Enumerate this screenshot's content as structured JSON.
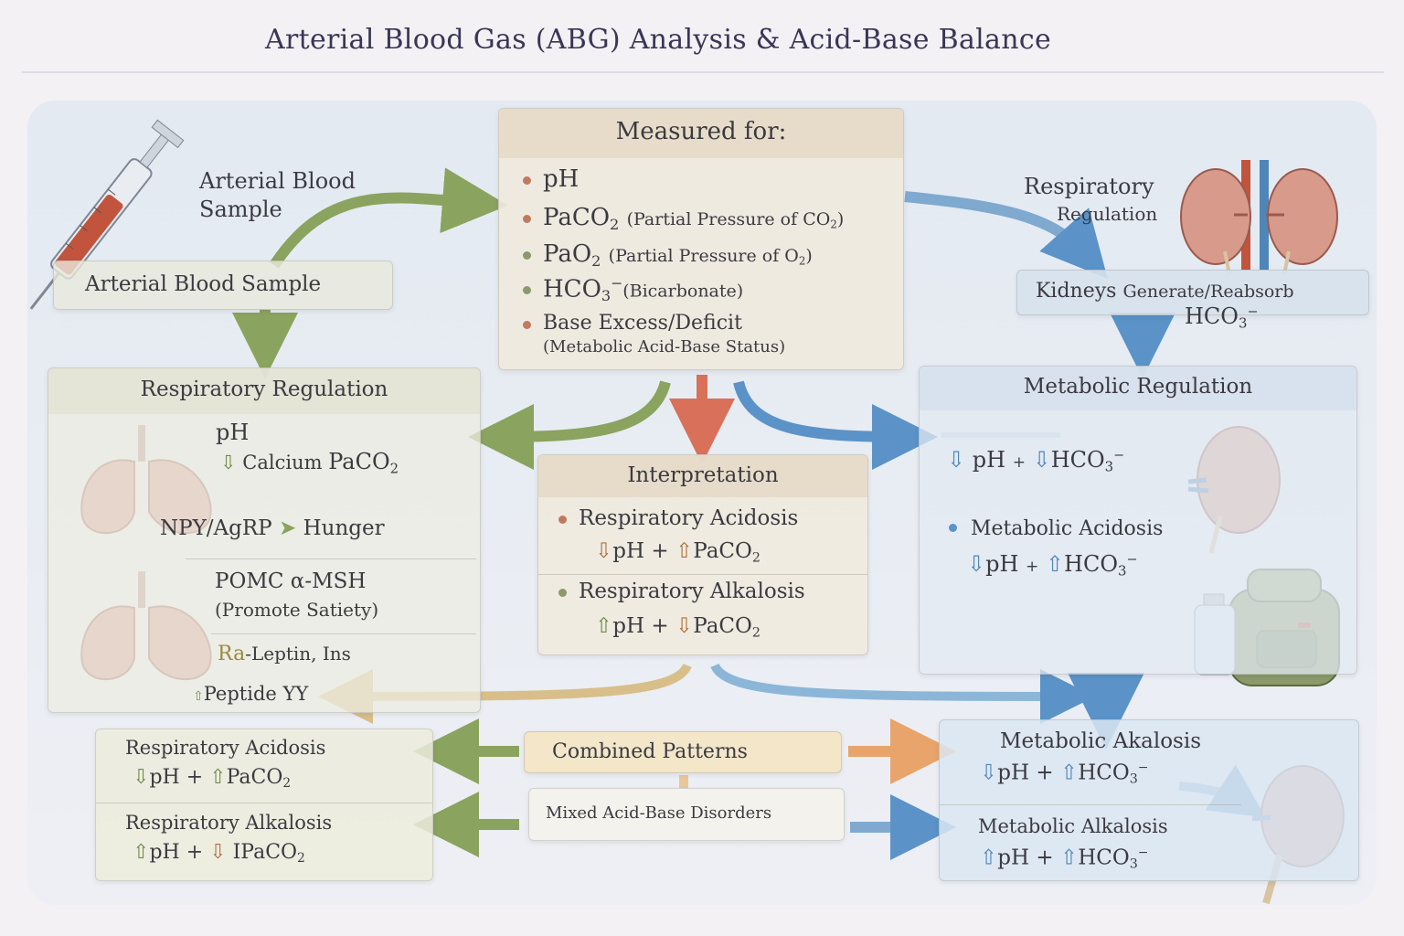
{
  "title": "Arterial Blood Gas (ABG) Analysis & Acid-Base Balance",
  "sample": {
    "label_line1": "Arterial Blood",
    "label_line2": "Sample",
    "box_label": "Arterial Blood Sample"
  },
  "measured": {
    "header": "Measured for:",
    "items": [
      {
        "main": "pH",
        "detail": ""
      },
      {
        "main": "PaCO",
        "sub": "2",
        "detail": "(Partial Pressure of CO",
        "detail_sub": "2",
        "detail_end": ")"
      },
      {
        "main": "PaO",
        "sub": "2",
        "detail": "(Partial Pressure of O",
        "detail_sub": "2",
        "detail_end": ")"
      },
      {
        "main": "HCO",
        "sub": "3",
        "sup": "−",
        "detail": "(Bicarbonate)"
      },
      {
        "main": "Base Excess/Deficit",
        "detail": "(Metabolic Acid-Base Status)"
      }
    ]
  },
  "top_right": {
    "resp_line1": "Respiratory",
    "resp_line2": "Regulation",
    "kidneys_a": "Kidneys",
    "kidneys_b": "Generate/Reabsorb",
    "hco3": "HCO",
    "hco3_sub": "3",
    "hco3_sup": "−"
  },
  "resp_reg": {
    "header": "Respiratory Regulation",
    "ph": "pH",
    "calcium": "Calcium",
    "paco2": "PaCO",
    "paco2_sub": "2",
    "npy": "NPY/AgRP",
    "hunger": "Hunger",
    "pomc": "POMC α-MSH",
    "satiety": "(Promote Satiety)",
    "ra": "Ra",
    "leptin": "-Leptin, Ins",
    "peptide": "Peptide YY"
  },
  "interpretation": {
    "header": "Interpretation",
    "acidosis_label": "Respiratory Acidosis",
    "acidosis_formula": "pH + ",
    "alkalosis_label": "Respiratory Alkalosis",
    "alkalosis_formula": "pH + ",
    "paco2": "PaCO",
    "paco2_sub": "2"
  },
  "met_reg": {
    "header": "Metabolic Regulation",
    "line1_ph": "pH",
    "plus": "+",
    "hco3": "HCO",
    "hco3_sub": "3",
    "hco3_sup": "−",
    "acidosis_label": "Metabolic Acidosis"
  },
  "combined": {
    "label": "Combined  Patterns",
    "mixed": "Mixed Acid-Base Disorders"
  },
  "bottom_left": {
    "acidosis_label": "Respiratory Acidosis",
    "alkalosis_label": "Respiratory Alkalosis",
    "ph_plus": "pH + ",
    "paco2": "PaCO",
    "paco2_sub": "2",
    "paco2_alt": "PaCO",
    "bar": "I"
  },
  "bottom_right": {
    "alk1_label": "Metabolic Akalosis",
    "alk2_label": "Metabolic Alkalosis",
    "ph_plus": "pH + ",
    "hco3": "HCO",
    "hco3_sub": "3",
    "hco3_sup": "−"
  },
  "arrows": {
    "up": "⇧",
    "down": "⇩"
  },
  "colors": {
    "green": "#8aa35e",
    "red": "#d9705a",
    "blue": "#5b93c8",
    "orange": "#e8a46a",
    "tan": "#d8bf8a"
  }
}
